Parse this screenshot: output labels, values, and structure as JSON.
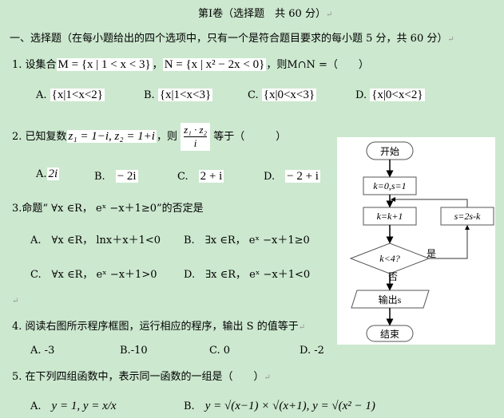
{
  "title": "第Ⅰ卷（选择题　共 60 分）",
  "section": "一、选择题（在每小题给出的四个选项中，只有一个是符合题目要求的每小题 5 分，共 60 分）",
  "q1": {
    "prefix": "1. 设集合",
    "M": "M = {x | 1 < x < 3}",
    "sep": "，",
    "N": "N = {x | x² − 2x < 0}",
    "suffix": "，则M∩N =（　　）",
    "options": [
      {
        "label": "A.",
        "value": "{x|1<x<2}"
      },
      {
        "label": "B.",
        "value": "{x|1<x<3}"
      },
      {
        "label": "C.",
        "value": "{x|0<x<3}"
      },
      {
        "label": "D.",
        "value": "{x|0<x<2}"
      }
    ]
  },
  "q2": {
    "prefix": "2. 已知复数",
    "z": "z₁ = 1−i, z₂ = 1+i",
    "mid": "，则",
    "num": "z₁ · z₂",
    "den": "i",
    "suffix": "等于（　　　）",
    "options": [
      {
        "label": "A.",
        "value": "2i"
      },
      {
        "label": "B.",
        "value": "− 2i"
      },
      {
        "label": "C.",
        "value": "2 + i"
      },
      {
        "label": "D.",
        "value": "− 2 + i"
      }
    ]
  },
  "q3": {
    "text": "3.命题“ ∀x ∈R， eˣ −x＋1≥0”的否定是",
    "options": [
      {
        "label": "A.",
        "value": "∀x ∈R， lnx＋x＋1<0"
      },
      {
        "label": "B.",
        "value": "∃x ∈R， eˣ −x＋1≥0"
      },
      {
        "label": "C.",
        "value": "∀x ∈R， eˣ −x＋1>0"
      },
      {
        "label": "D.",
        "value": "∃x ∈R， eˣ −x＋1<0"
      }
    ]
  },
  "q4": {
    "text": "4. 阅读右图所示程序框图，运行相应的程序，输出 S 的值等于",
    "options": [
      {
        "label": "A.",
        "value": "-3"
      },
      {
        "label": "B.",
        "value": "-10"
      },
      {
        "label": "C.",
        "value": "0"
      },
      {
        "label": "D.",
        "value": "-2"
      }
    ]
  },
  "q5": {
    "text": "5. 在下列四组函数中，表示同一函数的一组是（　　）",
    "options": [
      {
        "label": "A.",
        "value": "y = 1, y = x/x"
      },
      {
        "label": "B.",
        "value": "y = √(x−1) × √(x+1), y = √(x² − 1)"
      }
    ]
  },
  "flowchart": {
    "start": "开始",
    "init": "k=0,s=1",
    "inc": "k=k+1",
    "cond": "k<4?",
    "yes": "是",
    "no": "否",
    "update": "s=2s-k",
    "output": "输出s",
    "end": "结束"
  },
  "pilcrow": "↵"
}
